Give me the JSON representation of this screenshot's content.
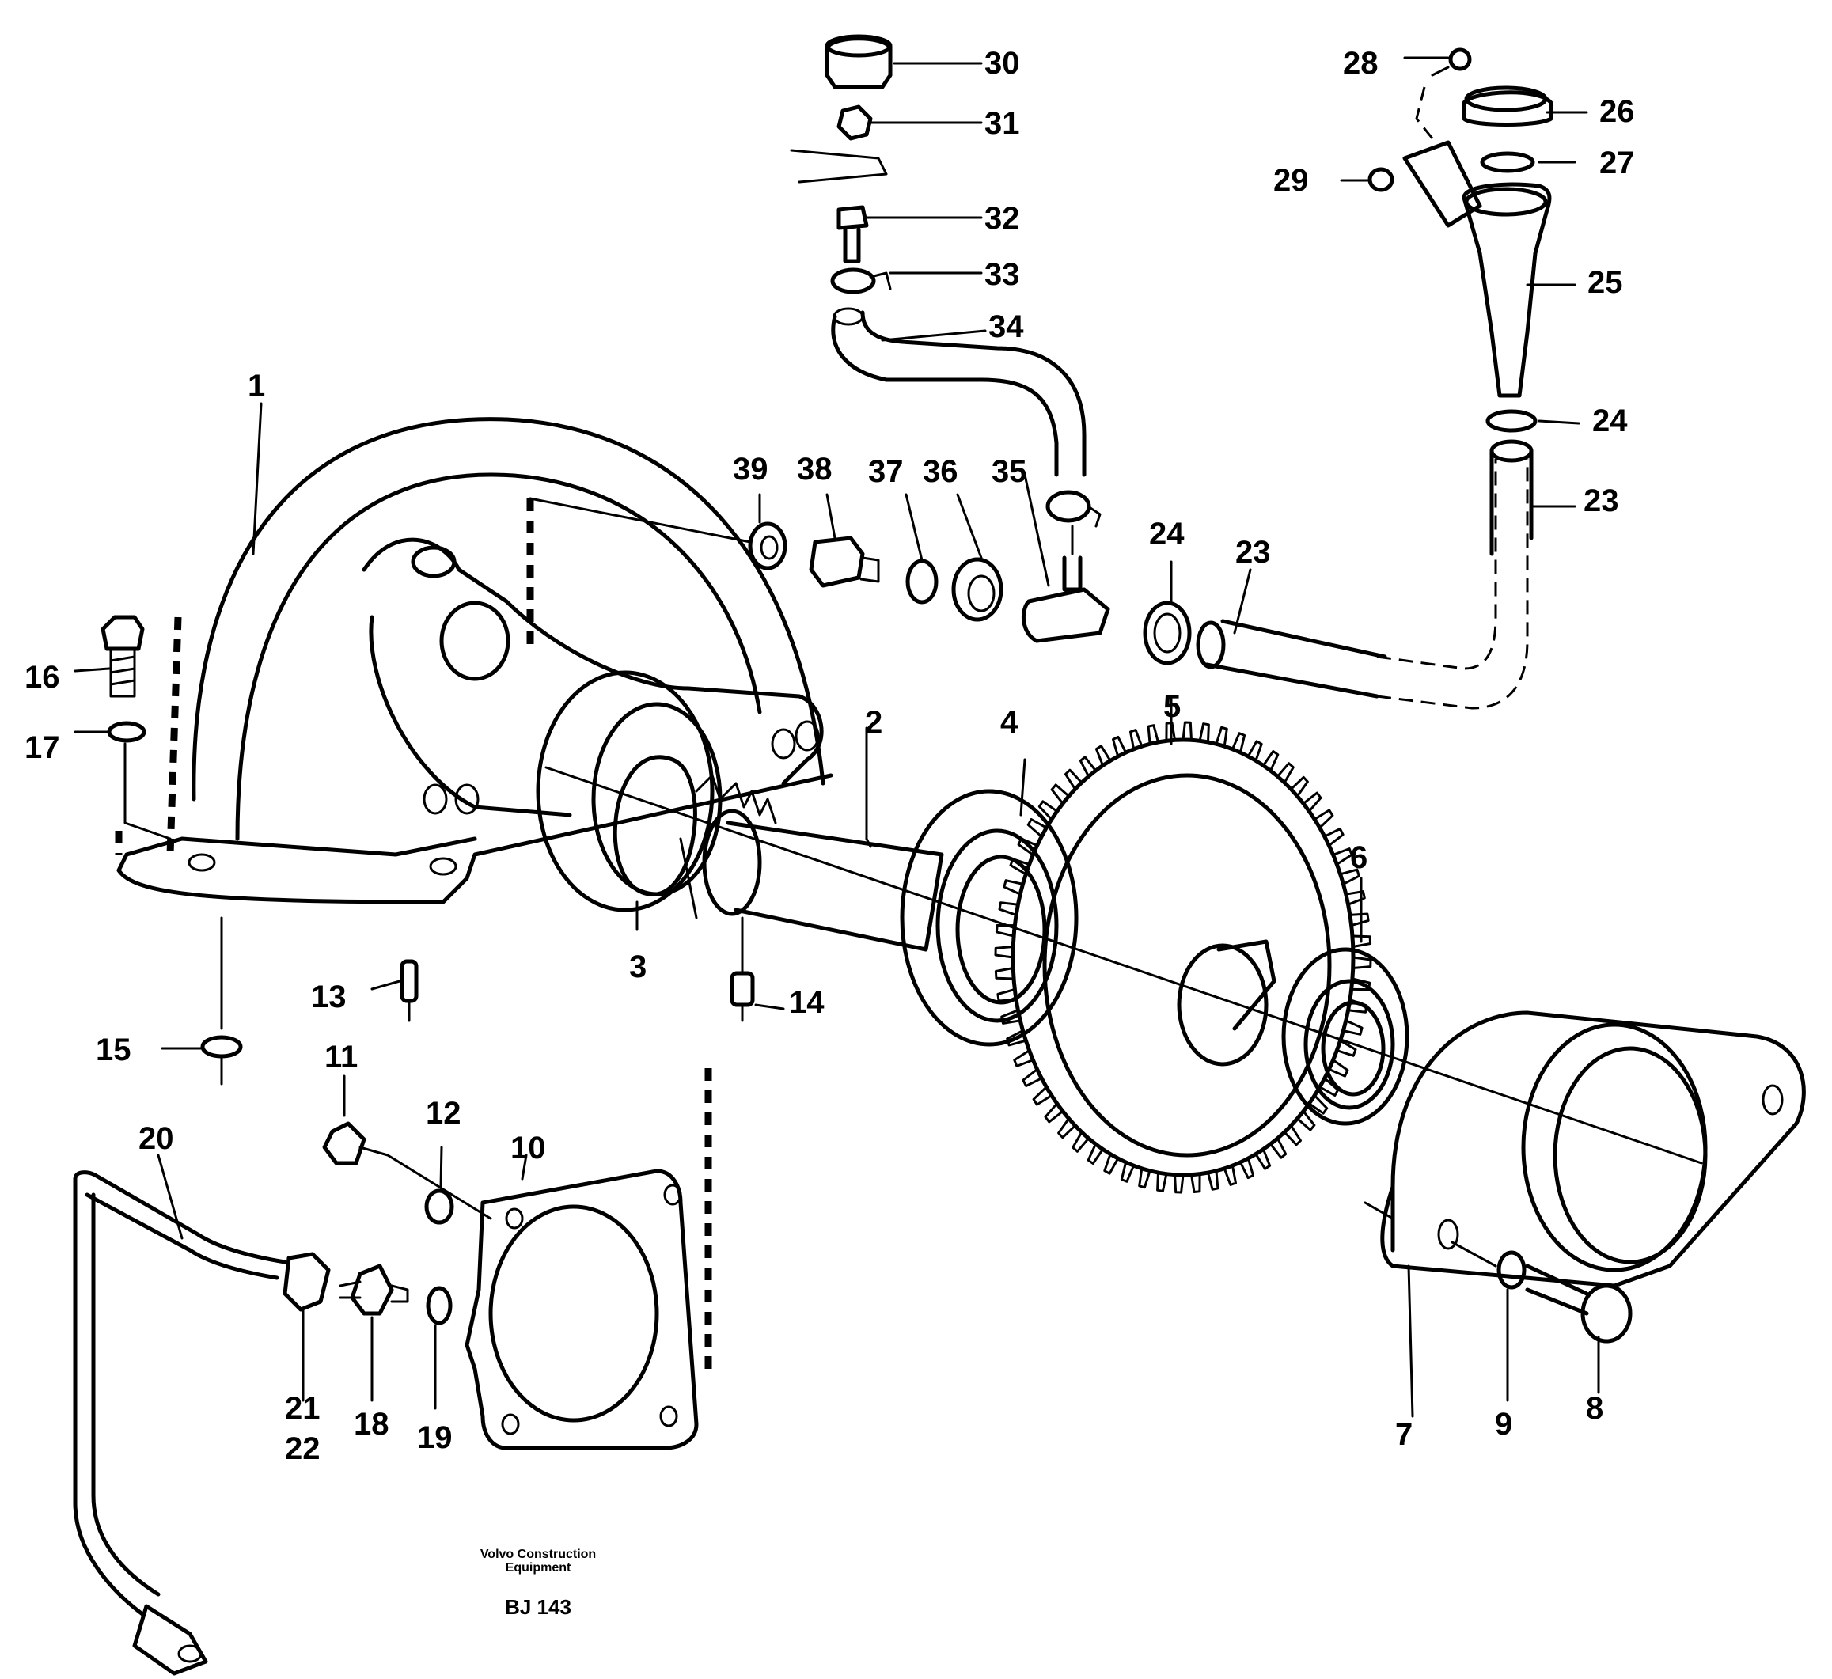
{
  "labels": {
    "l1": "1",
    "l2": "2",
    "l3": "3",
    "l4": "4",
    "l5": "5",
    "l6": "6",
    "l7": "7",
    "l8": "8",
    "l9": "9",
    "l10": "10",
    "l11": "11",
    "l12": "12",
    "l13": "13",
    "l14": "14",
    "l15": "15",
    "l16": "16",
    "l17": "17",
    "l18": "18",
    "l19": "19",
    "l20": "20",
    "l21": "21",
    "l22": "22",
    "l23a": "23",
    "l23b": "23",
    "l24a": "24",
    "l24b": "24",
    "l25": "25",
    "l26": "26",
    "l27": "27",
    "l28": "28",
    "l29": "29",
    "l30": "30",
    "l31": "31",
    "l32": "32",
    "l33": "33",
    "l34": "34",
    "l35": "35",
    "l36": "36",
    "l37": "37",
    "l38": "38",
    "l39": "39"
  },
  "footer": {
    "company_line1": "Volvo Construction",
    "company_line2": "Equipment",
    "drawing_code": "BJ 143"
  }
}
